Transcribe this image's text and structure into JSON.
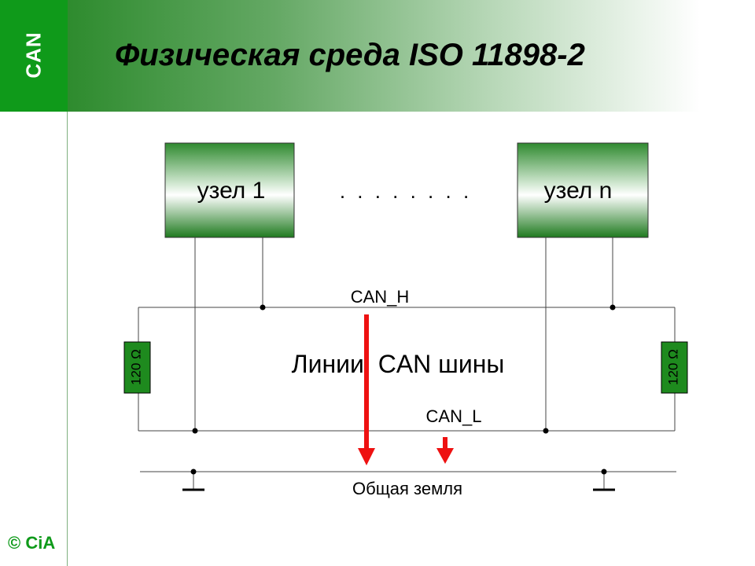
{
  "sidebar": {
    "logo_text": "CAN",
    "footer_text": "© CiA"
  },
  "header": {
    "title": "Физическая среда ISO 11898-2"
  },
  "diagram": {
    "node_1_label": "узел 1",
    "node_n_label": "узел n",
    "dots": ". . . . . . . .",
    "can_h_label": "CAN_H",
    "can_l_label": "CAN_L",
    "bus_label": "Линии  CAN шины",
    "resistor_left_label": "120 Ω",
    "resistor_right_label": "120 Ω",
    "ground_label": "Общая земля"
  },
  "colors": {
    "brand_green": "#0f9a1a",
    "arrow_red": "#ee1111",
    "resistor_green": "#1e8a1e"
  }
}
